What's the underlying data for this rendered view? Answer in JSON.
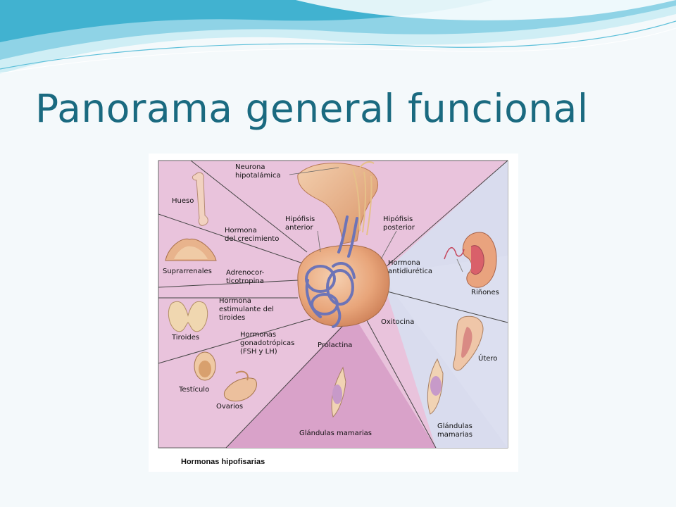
{
  "slide": {
    "title": "Panorama general funcional",
    "colors": {
      "title": "#1a6a80",
      "wave_light": "#bfe7f1",
      "wave_dark": "#3fb0cf",
      "panel_pink": "#e7bfd9",
      "panel_blue": "#d7dcec",
      "gland": "#e7a779",
      "vessels": "#6d74b7"
    }
  },
  "figure": {
    "caption": "Hormonas hipofisarias",
    "labels": {
      "neurona": "Neurona\nhipotalámica",
      "hipofisis_anterior": "Hipófisis\nanterior",
      "hipofisis_posterior": "Hipófisis\nposterior",
      "hueso": "Hueso",
      "hormona_crecimiento": "Hormona\ndel crecimiento",
      "suprarrenales": "Suprarrenales",
      "adrenocorticotropina": "Adrenocor-\nticotropina",
      "tiroides": "Tiroides",
      "tsh": "Hormona\nestimulante del\ntiroides",
      "gonadotropicas": "Hormonas\ngonadotrópicas\n(FSH y LH)",
      "testiculo": "Testículo",
      "ovarios": "Ovarios",
      "prolactina": "Prolactina",
      "glandulas_mamarias_center": "Glándulas mamarias",
      "antidiuretica": "Hormona\nantidiurética",
      "rinones": "Riñones",
      "oxitocina": "Oxitocina",
      "utero": "Útero",
      "glandulas_mamarias_right": "Glándulas\nmamarias"
    }
  }
}
